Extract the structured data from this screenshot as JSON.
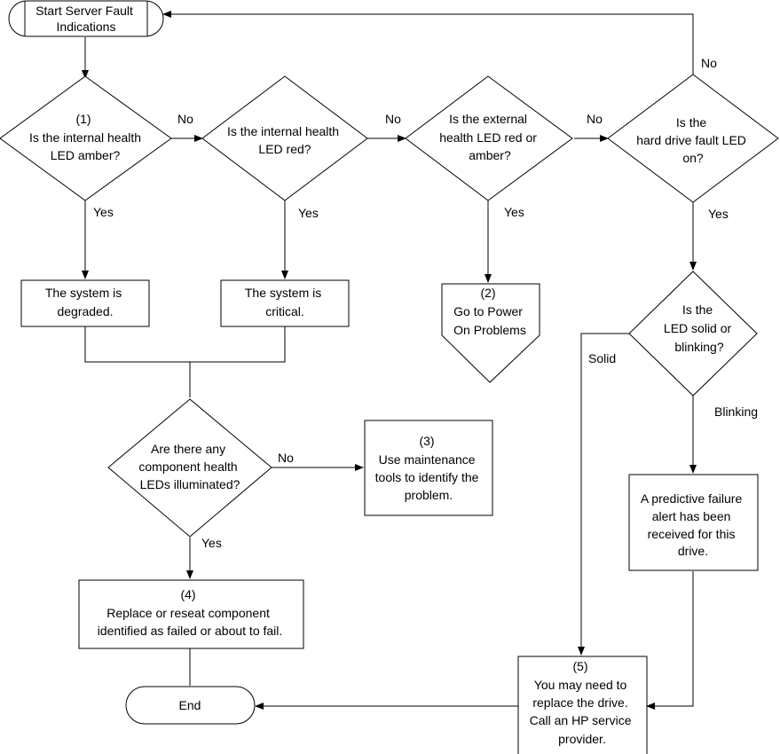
{
  "nodes": {
    "start": {
      "lines": [
        "Start Server Fault",
        "Indications"
      ]
    },
    "q_internal_amber": {
      "lines": [
        "(1)",
        "Is the internal health",
        "LED amber?"
      ]
    },
    "q_internal_red": {
      "lines": [
        "Is the internal health",
        "LED red?"
      ]
    },
    "q_external": {
      "lines": [
        "Is the external",
        "health LED red or",
        "amber?"
      ]
    },
    "q_hard_drive": {
      "lines": [
        "Is the",
        "hard drive fault LED",
        "on?"
      ]
    },
    "degraded": {
      "lines": [
        "The system is",
        "degraded."
      ]
    },
    "critical": {
      "lines": [
        "The system is",
        "critical."
      ]
    },
    "power_on": {
      "lines": [
        "(2)",
        "Go to Power",
        "On Problems"
      ]
    },
    "q_led_solid": {
      "lines": [
        "Is the",
        "LED solid or",
        "blinking?"
      ]
    },
    "q_component": {
      "lines": [
        "Are there any",
        "component health",
        "LEDs illuminated?"
      ]
    },
    "maintenance": {
      "lines": [
        "(3)",
        "Use maintenance",
        "tools to identify the",
        "problem."
      ]
    },
    "predictive": {
      "lines": [
        "A predictive failure",
        "alert has been",
        "received for this",
        "drive."
      ]
    },
    "replace_component": {
      "lines": [
        "(4)",
        "Replace or reseat component",
        "identified as failed or about to fail."
      ]
    },
    "end": {
      "lines": [
        "End"
      ]
    },
    "replace_drive": {
      "lines": [
        "(5)",
        "You may need to",
        "replace the drive.",
        "Call an HP service",
        "provider."
      ]
    }
  },
  "edge_labels": {
    "amber_no": "No",
    "red_no": "No",
    "external_no": "No",
    "hard_drive_no": "No",
    "amber_yes": "Yes",
    "red_yes": "Yes",
    "external_yes": "Yes",
    "hard_drive_yes": "Yes",
    "solid": "Solid",
    "blinking": "Blinking",
    "component_no": "No",
    "component_yes": "Yes"
  }
}
